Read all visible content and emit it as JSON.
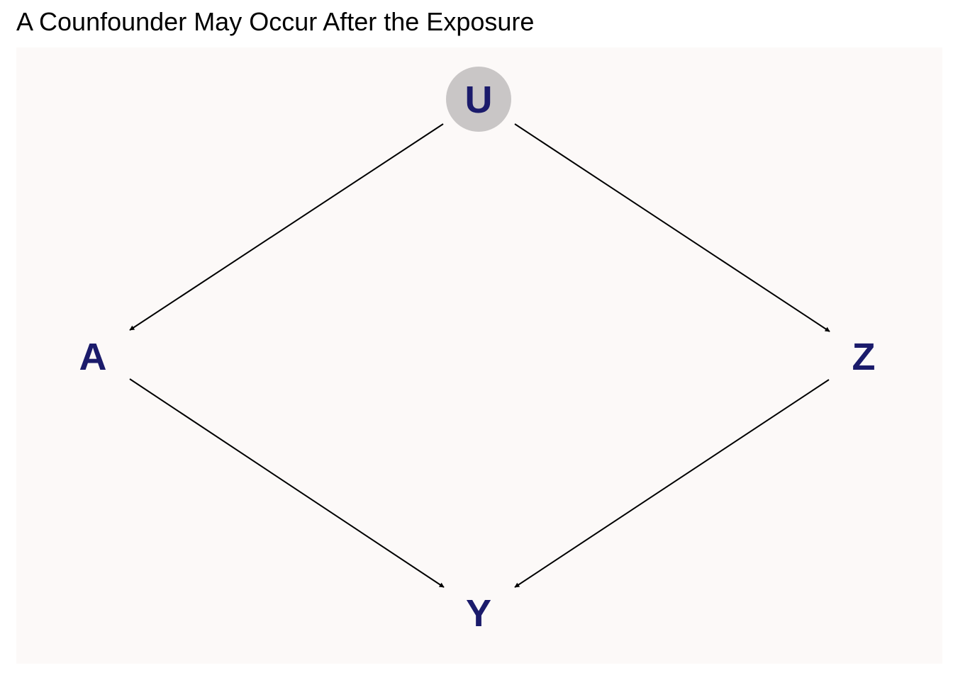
{
  "title": "A Counfounder May Occur After the Exposure",
  "colors": {
    "node_text": "#1b1b6b",
    "latent_fill": "#c9c6c6",
    "edge": "#000000",
    "panel_background": "#fcf9f8"
  },
  "nodes": [
    {
      "id": "U",
      "label": "U",
      "latent": true
    },
    {
      "id": "A",
      "label": "A",
      "latent": false
    },
    {
      "id": "Z",
      "label": "Z",
      "latent": false
    },
    {
      "id": "Y",
      "label": "Y",
      "latent": false
    }
  ],
  "edges": [
    {
      "from": "U",
      "to": "A"
    },
    {
      "from": "U",
      "to": "Z"
    },
    {
      "from": "A",
      "to": "Y"
    },
    {
      "from": "Z",
      "to": "Y"
    }
  ]
}
